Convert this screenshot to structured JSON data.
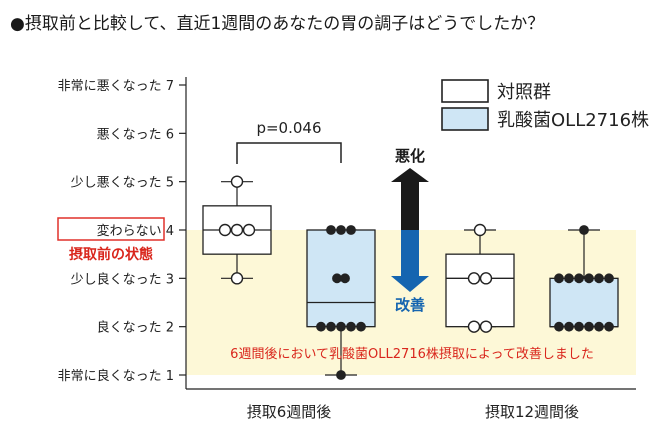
{
  "title": "●摂取前と比較して、直近1週間のあなたの胃の調子はどうでしたか？",
  "chart_data": {
    "type": "box",
    "ylim": [
      1,
      7
    ],
    "yticks": [
      {
        "value": 7,
        "label": "非常に悪くなった"
      },
      {
        "value": 6,
        "label": "悪くなった"
      },
      {
        "value": 5,
        "label": "少し悪くなった"
      },
      {
        "value": 4,
        "label": "変わらない"
      },
      {
        "value": 3,
        "label": "少し良くなった"
      },
      {
        "value": 2,
        "label": "良くなった"
      },
      {
        "value": 1,
        "label": "非常に良くなった"
      }
    ],
    "categories": [
      "摂取6週間後",
      "摂取12週間後"
    ],
    "series": [
      {
        "name": "対照群",
        "color": "#ffffff",
        "boxes": [
          {
            "category": "摂取6週間後",
            "whisker_low": 3,
            "q1": 3.5,
            "median": 4,
            "q3": 4.5,
            "whisker_high": 5,
            "points": [
              {
                "y": 5,
                "n": 1
              },
              {
                "y": 4,
                "n": 3
              },
              {
                "y": 3,
                "n": 1
              }
            ]
          },
          {
            "category": "摂取12週間後",
            "whisker_low": 2,
            "q1": 2,
            "median": 3,
            "q3": 3.5,
            "whisker_high": 4,
            "points": [
              {
                "y": 4,
                "n": 1
              },
              {
                "y": 3,
                "n": 2
              },
              {
                "y": 2,
                "n": 2
              }
            ]
          }
        ]
      },
      {
        "name": "乳酸菌OLL2716株",
        "color": "#cfe6f5",
        "boxes": [
          {
            "category": "摂取6週間後",
            "whisker_low": 1,
            "q1": 2,
            "median": 2.5,
            "q3": 4,
            "whisker_high": 4,
            "points": [
              {
                "y": 4,
                "n": 3
              },
              {
                "y": 3,
                "n": 2
              },
              {
                "y": 2,
                "n": 5
              },
              {
                "y": 1,
                "n": 1
              }
            ]
          },
          {
            "category": "摂取12週間後",
            "whisker_low": 2,
            "q1": 2,
            "median": 2,
            "q3": 3,
            "whisker_high": 4,
            "points": [
              {
                "y": 4,
                "n": 1
              },
              {
                "y": 3,
                "n": 6
              },
              {
                "y": 2,
                "n": 6
              }
            ]
          }
        ]
      }
    ],
    "annotations": {
      "pvalue": "p=0.046",
      "baseline_label": "摂取前の状態",
      "worse_label": "悪化",
      "better_label": "改善",
      "note": "6週間後において乳酸菌OLL2716株摂取によって改善しました"
    },
    "colors": {
      "highlight_band": "#fdf8d7",
      "baseline_box": "#e0302a",
      "red_text": "#d9261c",
      "blue_arrow": "#1565b0",
      "dark_arrow": "#1a1a1a"
    }
  }
}
